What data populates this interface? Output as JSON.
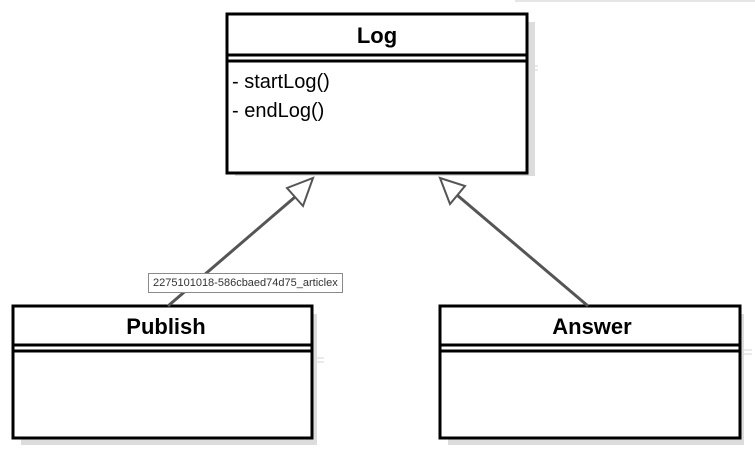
{
  "diagram": {
    "classes": [
      {
        "id": "log",
        "name": "Log",
        "methods": [
          "- startLog()",
          "- endLog()"
        ]
      },
      {
        "id": "publish",
        "name": "Publish",
        "methods": []
      },
      {
        "id": "answer",
        "name": "Answer",
        "methods": []
      }
    ],
    "relations": [
      {
        "type": "generalization",
        "from": "publish",
        "to": "log"
      },
      {
        "type": "generalization",
        "from": "answer",
        "to": "log"
      }
    ],
    "tooltip": "2275101018-586cbaed74d75_articlex"
  }
}
